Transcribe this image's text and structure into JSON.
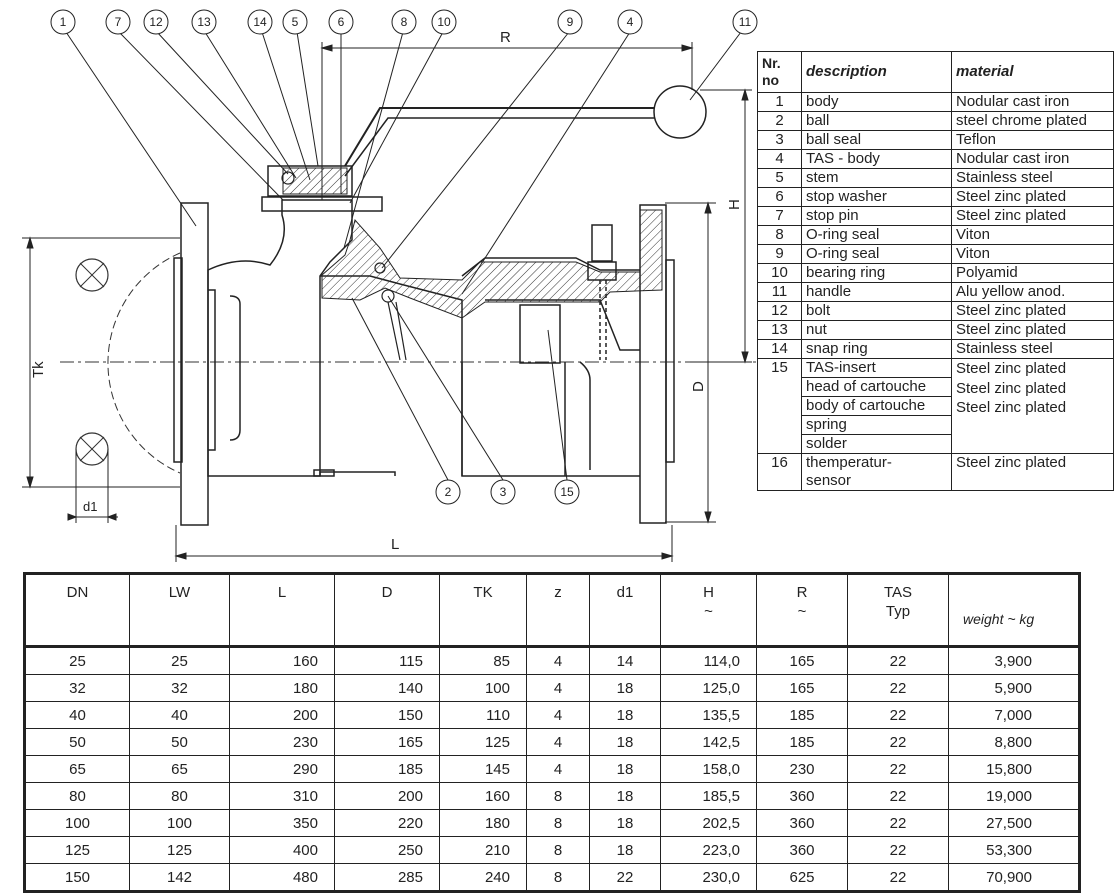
{
  "callouts": [
    "1",
    "7",
    "12",
    "13",
    "14",
    "5",
    "6",
    "8",
    "10",
    "9",
    "4",
    "11",
    "2",
    "3",
    "15"
  ],
  "dimension_labels": {
    "R": "R",
    "H": "H",
    "Tk": "Tk",
    "D": "D",
    "L": "L",
    "d1": "d1"
  },
  "parts_table": {
    "header": {
      "nr": "Nr.",
      "no": "no",
      "description": "description",
      "material": "material"
    },
    "rows": [
      {
        "no": "1",
        "description": "body",
        "material": "Nodular cast iron"
      },
      {
        "no": "2",
        "description": "ball",
        "material": "steel chrome plated"
      },
      {
        "no": "3",
        "description": "ball seal",
        "material": "Teflon"
      },
      {
        "no": "4",
        "description": "TAS - body",
        "material": "Nodular cast iron"
      },
      {
        "no": "5",
        "description": "stem",
        "material": "Stainless steel"
      },
      {
        "no": "6",
        "description": "stop washer",
        "material": "Steel zinc plated"
      },
      {
        "no": "7",
        "description": "stop pin",
        "material": "Steel zinc plated"
      },
      {
        "no": "8",
        "description": "O-ring seal",
        "material": "Viton"
      },
      {
        "no": "9",
        "description": "O-ring seal",
        "material": "Viton"
      },
      {
        "no": "10",
        "description": "bearing ring",
        "material": "Polyamid"
      },
      {
        "no": "11",
        "description": "handle",
        "material": "Alu yellow anod."
      },
      {
        "no": "12",
        "description": "bolt",
        "material": "Steel zinc plated"
      },
      {
        "no": "13",
        "description": "nut",
        "material": "Steel zinc plated"
      },
      {
        "no": "14",
        "description": "snap ring",
        "material": "Stainless steel"
      }
    ],
    "row15": {
      "no": "15",
      "items": [
        {
          "description": "TAS-insert",
          "material": "Steel zinc plated"
        },
        {
          "description": "head of cartouche",
          "material": "Steel zinc plated"
        },
        {
          "description": "body of cartouche",
          "material": "Steel zinc plated"
        },
        {
          "description": "spring",
          "material": ""
        },
        {
          "description": "solder",
          "material": ""
        }
      ]
    },
    "row16": {
      "no": "16",
      "description_1": "themperatur-",
      "description_2": "sensor",
      "material": "Steel zinc plated"
    }
  },
  "dimensions_table": {
    "headers": [
      {
        "l1": "DN",
        "l2": ""
      },
      {
        "l1": "LW",
        "l2": ""
      },
      {
        "l1": "L",
        "l2": ""
      },
      {
        "l1": "D",
        "l2": ""
      },
      {
        "l1": "TK",
        "l2": ""
      },
      {
        "l1": "z",
        "l2": ""
      },
      {
        "l1": "d1",
        "l2": ""
      },
      {
        "l1": "H",
        "l2": "~"
      },
      {
        "l1": "R",
        "l2": "~"
      },
      {
        "l1": "TAS",
        "l2": "Typ"
      },
      {
        "l1": "weight ~ kg",
        "l2": ""
      }
    ],
    "rows": [
      [
        "25",
        "25",
        "160",
        "115",
        "85",
        "4",
        "14",
        "114,0",
        "165",
        "22",
        "3,900"
      ],
      [
        "32",
        "32",
        "180",
        "140",
        "100",
        "4",
        "18",
        "125,0",
        "165",
        "22",
        "5,900"
      ],
      [
        "40",
        "40",
        "200",
        "150",
        "110",
        "4",
        "18",
        "135,5",
        "185",
        "22",
        "7,000"
      ],
      [
        "50",
        "50",
        "230",
        "165",
        "125",
        "4",
        "18",
        "142,5",
        "185",
        "22",
        "8,800"
      ],
      [
        "65",
        "65",
        "290",
        "185",
        "145",
        "4",
        "18",
        "158,0",
        "230",
        "22",
        "15,800"
      ],
      [
        "80",
        "80",
        "310",
        "200",
        "160",
        "8",
        "18",
        "185,5",
        "360",
        "22",
        "19,000"
      ],
      [
        "100",
        "100",
        "350",
        "220",
        "180",
        "8",
        "18",
        "202,5",
        "360",
        "22",
        "27,500"
      ],
      [
        "125",
        "125",
        "400",
        "250",
        "210",
        "8",
        "18",
        "223,0",
        "360",
        "22",
        "53,300"
      ],
      [
        "150",
        "142",
        "480",
        "285",
        "240",
        "8",
        "22",
        "230,0",
        "625",
        "22",
        "70,900"
      ]
    ]
  }
}
